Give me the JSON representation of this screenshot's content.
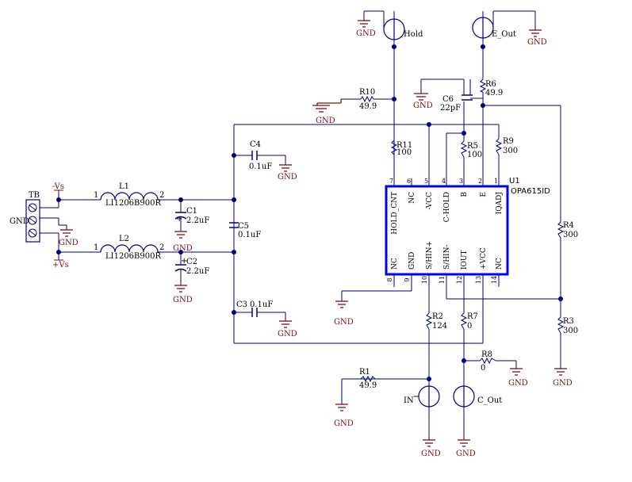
{
  "ic": {
    "ref": "U1",
    "part": "OPA615ID",
    "top_pins": [
      {
        "num": "7",
        "name": "HOLD_CNT"
      },
      {
        "num": "6",
        "name": "NC"
      },
      {
        "num": "5",
        "name": "-VCC"
      },
      {
        "num": "4",
        "name": "C-HOLD"
      },
      {
        "num": "3",
        "name": "B"
      },
      {
        "num": "2",
        "name": "E"
      },
      {
        "num": "1",
        "name": "IQADJ"
      }
    ],
    "bottom_pins": [
      {
        "num": "8",
        "name": "NC"
      },
      {
        "num": "9",
        "name": "GND"
      },
      {
        "num": "10",
        "name": "S/HIN+"
      },
      {
        "num": "11",
        "name": "S/HIN-"
      },
      {
        "num": "12",
        "name": "IOUT"
      },
      {
        "num": "13",
        "name": "+VCC"
      },
      {
        "num": "14",
        "name": "NC"
      }
    ]
  },
  "connectors": {
    "hold": "Hold",
    "e_out": "E_Out",
    "in": "IN",
    "c_out": "C_Out",
    "tb": "TB"
  },
  "components": {
    "r10": {
      "ref": "R10",
      "value": "49.9"
    },
    "r11": {
      "ref": "R11",
      "value": "100"
    },
    "r6": {
      "ref": "R6",
      "value": "49.9"
    },
    "r5": {
      "ref": "R5",
      "value": "100"
    },
    "r9": {
      "ref": "R9",
      "value": "300"
    },
    "r4": {
      "ref": "R4",
      "value": "300"
    },
    "r3": {
      "ref": "R3",
      "value": "300"
    },
    "r2": {
      "ref": "R2",
      "value": "124"
    },
    "r7": {
      "ref": "R7",
      "value": "0"
    },
    "r8": {
      "ref": "R8",
      "value": "0"
    },
    "r1": {
      "ref": "R1",
      "value": "49.9"
    },
    "c6": {
      "ref": "C6",
      "value": "22pF"
    },
    "c4": {
      "ref": "C4",
      "value": "0.1uF"
    },
    "c5": {
      "ref": "C5",
      "value": "0.1uF"
    },
    "c3": {
      "ref": "C3",
      "value": "0.1uF"
    },
    "c1": {
      "ref": "C1",
      "value": "2.2uF"
    },
    "c2": {
      "ref": "C2",
      "value": "2.2uF"
    },
    "l1": {
      "ref": "L1",
      "value": "LI1206B900R",
      "pin1": "1",
      "pin2": "2"
    },
    "l2": {
      "ref": "L2",
      "value": "LI1206B900R",
      "pin1": "1",
      "pin2": "2"
    }
  },
  "nets": {
    "gnd": "GND",
    "neg_vs": "-Vs",
    "pos_vs": "+Vs",
    "plus": "+"
  },
  "colors": {
    "wire": "#000080",
    "ic_border": "#0000ff",
    "part": "#000000",
    "gnd": "#7a1010",
    "junction": "#000080"
  }
}
